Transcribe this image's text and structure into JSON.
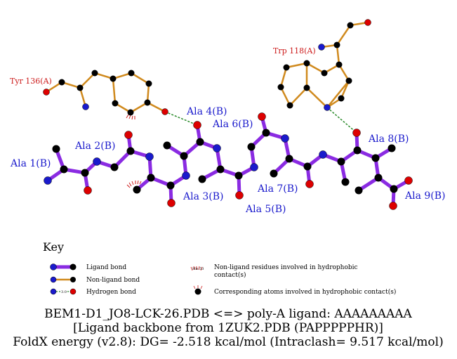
{
  "colors": {
    "ligand_bond": "#8a2be2",
    "nonligand_bond": "#d08a1e",
    "hbond": "#2a8a2a",
    "carbon": "#000000",
    "nitrogen": "#1a1acc",
    "oxygen": "#dd0000",
    "ligand_label": "#1a1acc",
    "residue_label": "#cc1a1a"
  },
  "ligand_residues": [
    {
      "label": "Ala 1(B)"
    },
    {
      "label": "Ala 2(B)"
    },
    {
      "label": "Ala 3(B)"
    },
    {
      "label": "Ala 4(B)"
    },
    {
      "label": "Ala 5(B)"
    },
    {
      "label": "Ala 6(B)"
    },
    {
      "label": "Ala 7(B)"
    },
    {
      "label": "Ala 8(B)"
    },
    {
      "label": "Ala 9(B)"
    }
  ],
  "nonligand_residues": [
    {
      "label": "Tyr 136(A)"
    },
    {
      "label": "Trp 118(A)"
    }
  ],
  "key": {
    "title": "Key",
    "ligand_bond": "Ligand bond",
    "nonligand_bond": "Non-ligand bond",
    "hydrogen_bond": "Hydrogen bond",
    "hbond_distance": "3.0",
    "hydrophobic_line1": "Non-ligand residues involved in hydrophobic",
    "hydrophobic_line2": "contact(s)",
    "hydrophobic_example": "His 53",
    "corresponding_atoms": "Corresponding atoms involved in hydrophobic contact(s)"
  },
  "caption": {
    "line1": "BEM1-D1_JO8-LCK-26.PDB <=> poly-A ligand: AAAAAAAAA",
    "line2": "[Ligand backbone from 1ZUK2.PDB (PAPPPPPHR)]",
    "line3": "FoldX energy (v2.8): DG= -2.518 kcal/mol (Intraclash= 9.517 kcal/mol)"
  }
}
